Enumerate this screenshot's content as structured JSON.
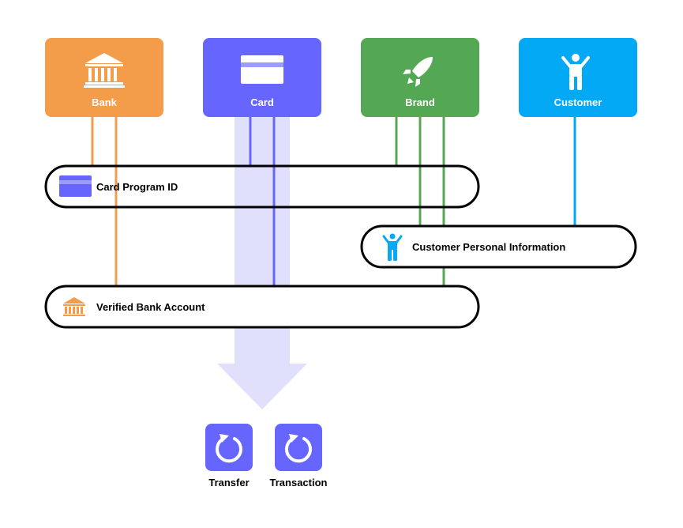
{
  "colors": {
    "bank": "#F39C4A",
    "card": "#6666FF",
    "brand": "#54A853",
    "customer": "#03A9F4",
    "arrow": "#E0E0FC",
    "pill_border": "#000000"
  },
  "entities": {
    "bank": {
      "label": "Bank",
      "icon": "bank-building-icon"
    },
    "card": {
      "label": "Card",
      "icon": "credit-card-icon"
    },
    "brand": {
      "label": "Brand",
      "icon": "rocket-icon"
    },
    "customer": {
      "label": "Customer",
      "icon": "person-icon"
    }
  },
  "records": {
    "card_program": {
      "label": "Card Program ID",
      "icon": "credit-card-icon"
    },
    "customer_info": {
      "label": "Customer Personal Information",
      "icon": "person-icon"
    },
    "bank_account": {
      "label": "Verified Bank Account",
      "icon": "bank-building-icon"
    }
  },
  "outputs": {
    "transfer": {
      "label": "Transfer",
      "icon": "refresh-icon"
    },
    "transaction": {
      "label": "Transaction",
      "icon": "refresh-icon"
    }
  }
}
